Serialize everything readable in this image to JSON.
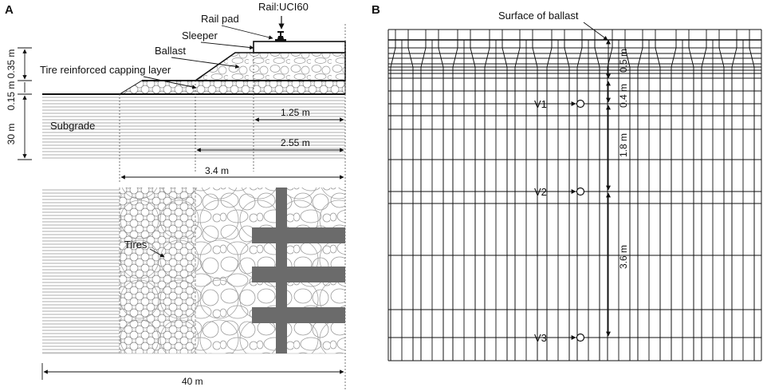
{
  "panel_a": {
    "letter": "A",
    "labels": {
      "rail": "Rail:UCI60",
      "rail_pad": "Rail pad",
      "sleeper": "Sleeper",
      "ballast": "Ballast",
      "capping": "Tire reinforced capping layer",
      "subgrade": "Subgrade",
      "tires": "Tires"
    },
    "dims": {
      "d035": "0.35 m",
      "d015": "0.15 m",
      "d30": "30 m",
      "d125": "1.25 m",
      "d255": "2.55 m",
      "d34": "3.4 m",
      "d40": "40 m"
    }
  },
  "panel_b": {
    "letter": "B",
    "labels": {
      "surface": "Surface of ballast",
      "v1": "V1",
      "v2": "V2",
      "v3": "V3"
    },
    "dims": {
      "d05": "0.5 m",
      "d04": "0.4 m",
      "d18": "1.8 m",
      "d36": "3.6 m"
    }
  },
  "colors": {
    "line": "#111111",
    "sleeper_fill": "#6b6b6b",
    "hatch": "#8a8a8a",
    "ballast_stone": "#9a9a9a"
  }
}
